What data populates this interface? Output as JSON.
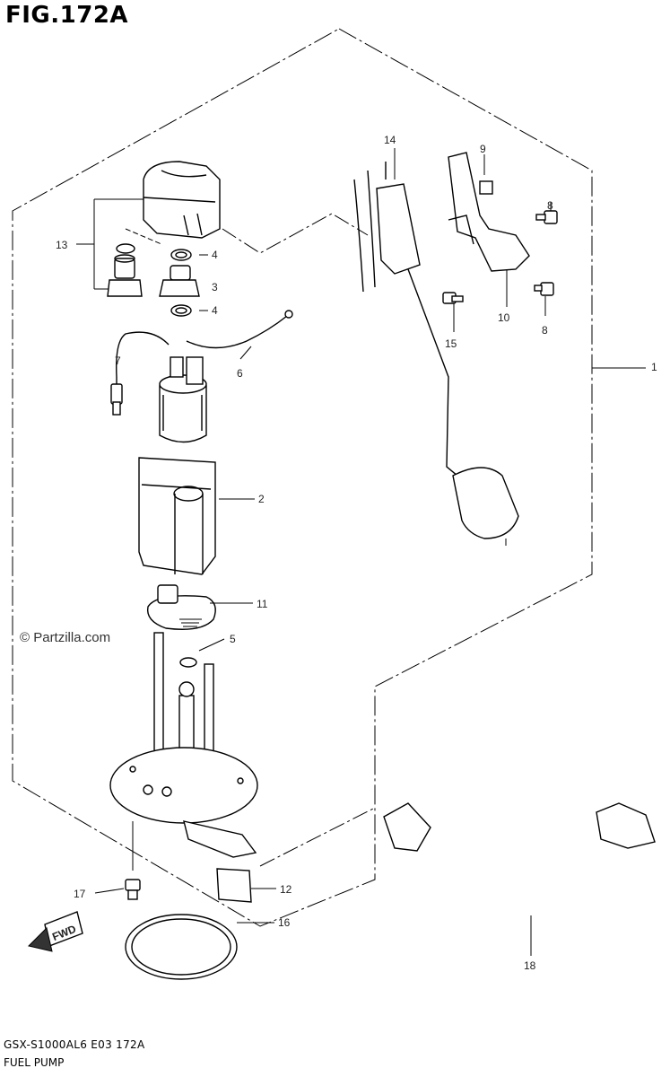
{
  "figure": {
    "title": "FIG.172A",
    "watermark": "© Partzilla.com",
    "footer_code": "GSX-S1000AL6  E03  172A",
    "footer_name": "FUEL PUMP"
  },
  "callouts": [
    "1",
    "2",
    "3",
    "4",
    "4",
    "5",
    "6",
    "7",
    "8",
    "8",
    "9",
    "10",
    "11",
    "12",
    "13",
    "14",
    "15",
    "16",
    "17",
    "18"
  ],
  "fwd_label": "FWD"
}
